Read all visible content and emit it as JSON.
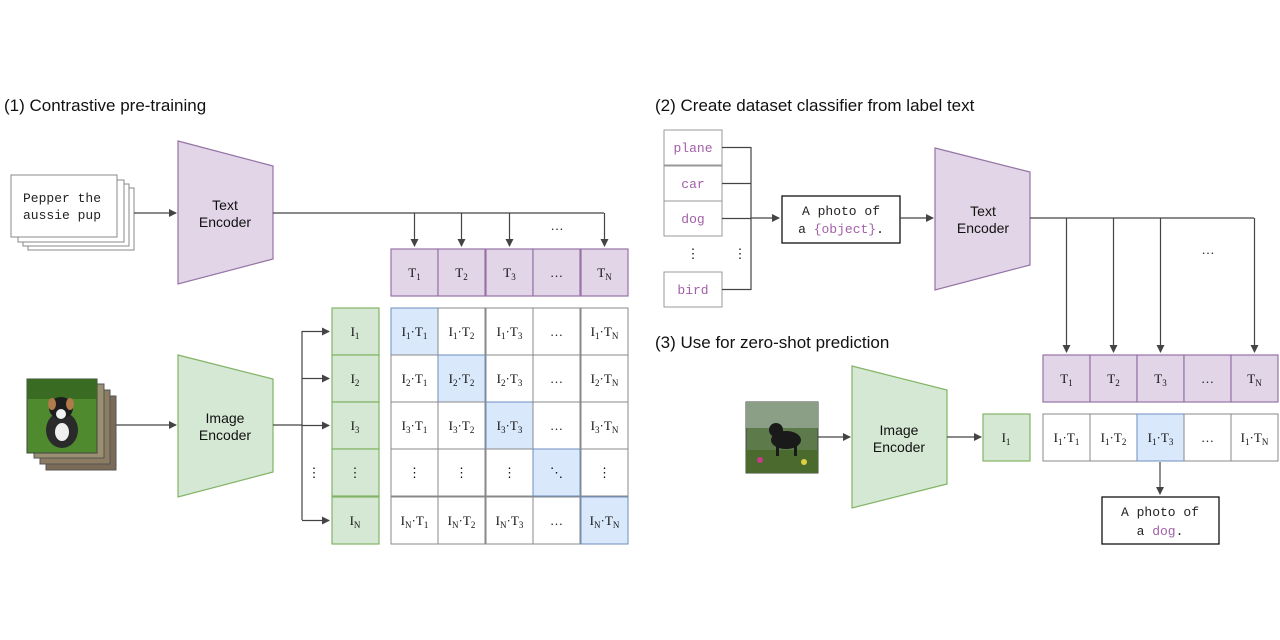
{
  "colors": {
    "text_enc_fill": "#e1d5e7",
    "text_enc_stroke": "#9673a6",
    "img_enc_fill": "#d5e8d4",
    "img_enc_stroke": "#82b366",
    "highlight": "#dae8fc",
    "highlight_stroke": "#6c8ebf",
    "label_purple": "#a25fa7"
  },
  "section1": {
    "title": "(1) Contrastive pre-training",
    "text_input": [
      "Pepper the",
      "aussie pup"
    ],
    "text_encoder": [
      "Text",
      "Encoder"
    ],
    "image_encoder": [
      "Image",
      "Encoder"
    ],
    "image_input_icon": "puppy-photo-stack"
  },
  "section2": {
    "title": "(2) Create dataset classifier from label text",
    "labels": [
      "plane",
      "car",
      "dog",
      "bird"
    ],
    "ellipsis": "⋮",
    "template": [
      "A photo of",
      "a ",
      "{object}",
      "."
    ],
    "text_encoder": [
      "Text",
      "Encoder"
    ]
  },
  "section3": {
    "title": "(3) Use for zero-shot prediction",
    "image_encoder": [
      "Image",
      "Encoder"
    ],
    "image_input_icon": "dog-in-field-photo",
    "result": [
      "A photo of",
      "a ",
      "dog",
      "."
    ]
  },
  "matrix": {
    "t_labels": [
      {
        "base": "T",
        "sub": "1"
      },
      {
        "base": "T",
        "sub": "2"
      },
      {
        "base": "T",
        "sub": "3"
      },
      {
        "base": "…",
        "sub": ""
      },
      {
        "base": "T",
        "sub": "N"
      }
    ],
    "i_labels": [
      {
        "base": "I",
        "sub": "1"
      },
      {
        "base": "I",
        "sub": "2"
      },
      {
        "base": "I",
        "sub": "3"
      },
      {
        "base": "⋮",
        "sub": ""
      },
      {
        "base": "I",
        "sub": "N"
      }
    ],
    "cells": [
      [
        "I1·T1",
        "I1·T2",
        "I1·T3",
        "…",
        "I1·TN"
      ],
      [
        "I2·T1",
        "I2·T2",
        "I2·T3",
        "…",
        "I2·TN"
      ],
      [
        "I3·T1",
        "I3·T2",
        "I3·T3",
        "…",
        "I3·TN"
      ],
      [
        "⋮",
        "⋮",
        "⋮",
        "⋱",
        "⋮"
      ],
      [
        "IN·T1",
        "IN·T2",
        "IN·T3",
        "…",
        "IN·TN"
      ]
    ],
    "dots": "…"
  },
  "zeroshot": {
    "i_label": {
      "base": "I",
      "sub": "1"
    },
    "t_labels": [
      {
        "base": "T",
        "sub": "1"
      },
      {
        "base": "T",
        "sub": "2"
      },
      {
        "base": "T",
        "sub": "3"
      },
      {
        "base": "…",
        "sub": ""
      },
      {
        "base": "T",
        "sub": "N"
      }
    ],
    "cells": [
      "I1·T1",
      "I1·T2",
      "I1·T3",
      "…",
      "I1·TN"
    ],
    "highlight_index": 2,
    "dots": "…"
  }
}
